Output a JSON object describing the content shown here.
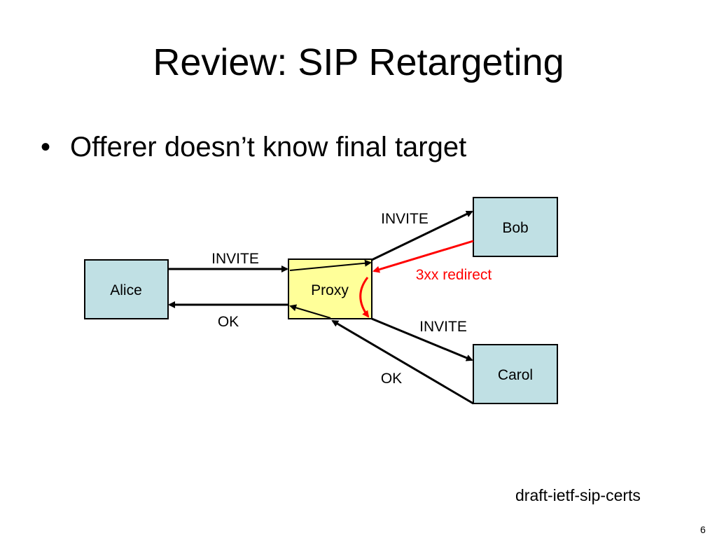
{
  "slide": {
    "title": "Review: SIP Retargeting",
    "bullet_marker": "•",
    "bullet": "Offerer doesn’t know final target",
    "footer": "draft-ietf-sip-certs",
    "page_number": "6"
  },
  "diagram": {
    "nodes": {
      "alice": "Alice",
      "proxy": "Proxy",
      "bob": "Bob",
      "carol": "Carol"
    },
    "labels": {
      "alice_proxy_invite": "INVITE",
      "proxy_alice_ok": "OK",
      "proxy_bob_invite": "INVITE",
      "redirect": "3xx redirect",
      "proxy_carol_invite": "INVITE",
      "carol_proxy_ok": "OK"
    },
    "colors": {
      "endpoint_fill": "#c0e0e4",
      "proxy_fill": "#ffff99",
      "redirect": "#ff0000",
      "stroke": "#000000"
    }
  }
}
